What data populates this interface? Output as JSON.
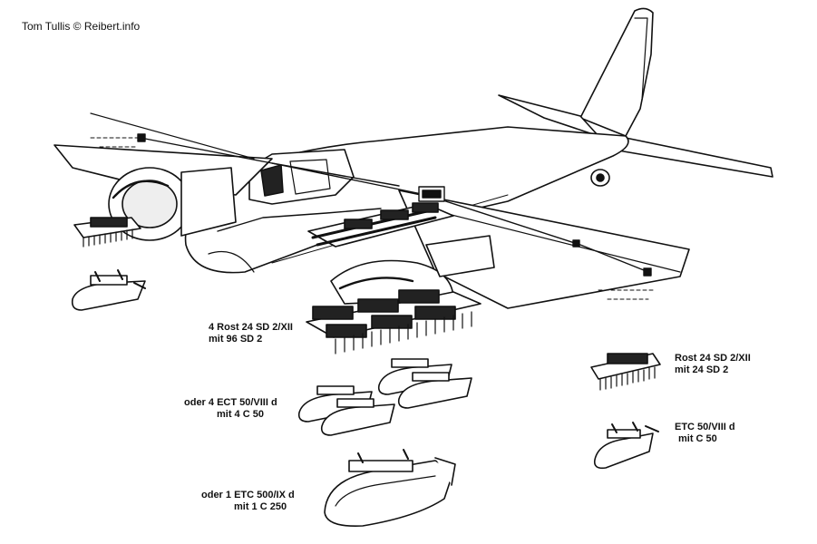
{
  "credit": "Tom Tullis © Reibert.info",
  "labels": {
    "rack_4": {
      "line1": "4 Rost 24 SD 2/XII",
      "line2": "mit 96 SD 2"
    },
    "etc50_4": {
      "line1": "oder  4 ECT 50/VIII d",
      "line2": "mit 4 C 50"
    },
    "etc500": {
      "line1": "oder  1 ETC 500/IX d",
      "line2": "mit 1 C 250"
    },
    "rack_1": {
      "line1": "Rost 24 SD 2/XII",
      "line2": "mit 24 SD 2"
    },
    "etc50_1": {
      "line1": "ETC 50/VIII d",
      "line2": "mit C 50"
    }
  }
}
